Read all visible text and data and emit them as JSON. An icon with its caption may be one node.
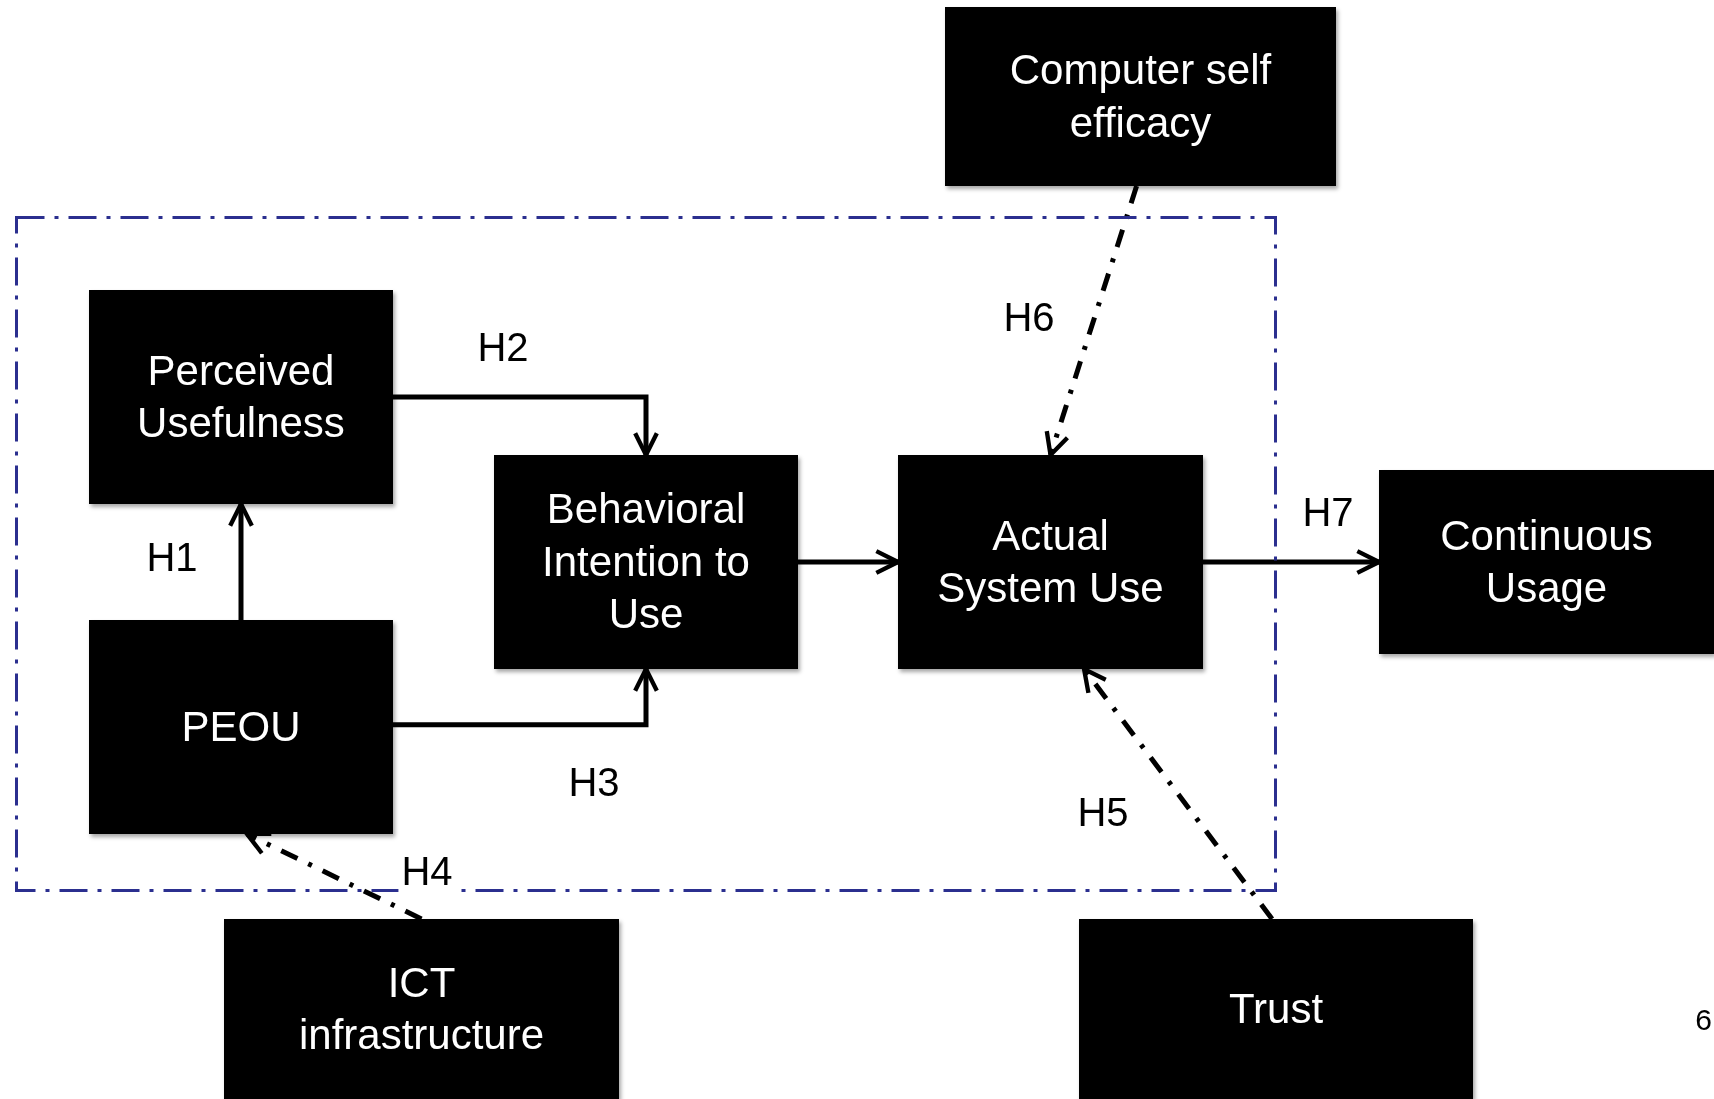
{
  "diagram": {
    "nodes": [
      {
        "text": [],
        "shape": "box"
      },
      {
        "text": [
          "Computer self efficacy"
        ]
      },
      {
        "text": [
          "Perceived Usefulness"
        ],
        "in": 0
      },
      {
        "text": [
          "Behavioral Intention to Use"
        ],
        "in": 0
      },
      {
        "text": [
          "Actual System Use"
        ],
        "in": 0
      },
      {
        "text": [
          "Continuous Usage"
        ]
      },
      {
        "text": [
          "PEOU"
        ],
        "in": 0
      },
      {
        "text": [
          "ICT infrastructure"
        ]
      },
      {
        "text": [
          "Trust"
        ]
      }
    ],
    "edges": [
      {
        "from": 6,
        "to": 2,
        "arrow": "to",
        "label": "H1"
      },
      {
        "from": 2,
        "to": 3,
        "arrow": "to",
        "label": "H2"
      },
      {
        "from": 6,
        "to": 3,
        "arrow": "to",
        "label": "H3"
      },
      {
        "from": 3,
        "to": 4,
        "arrow": "to"
      },
      {
        "from": 4,
        "to": 5,
        "arrow": "to",
        "label": "H7"
      },
      {
        "from": 7,
        "to": 6,
        "arrow": "to",
        "label": "H4",
        "style": "dashed"
      },
      {
        "from": 8,
        "to": 4,
        "arrow": "to",
        "label": "H5",
        "style": "dashed"
      },
      {
        "from": 1,
        "to": 4,
        "arrow": "to",
        "label": "H6",
        "style": "dashed"
      }
    ],
    "labels": [
      "6"
    ]
  }
}
